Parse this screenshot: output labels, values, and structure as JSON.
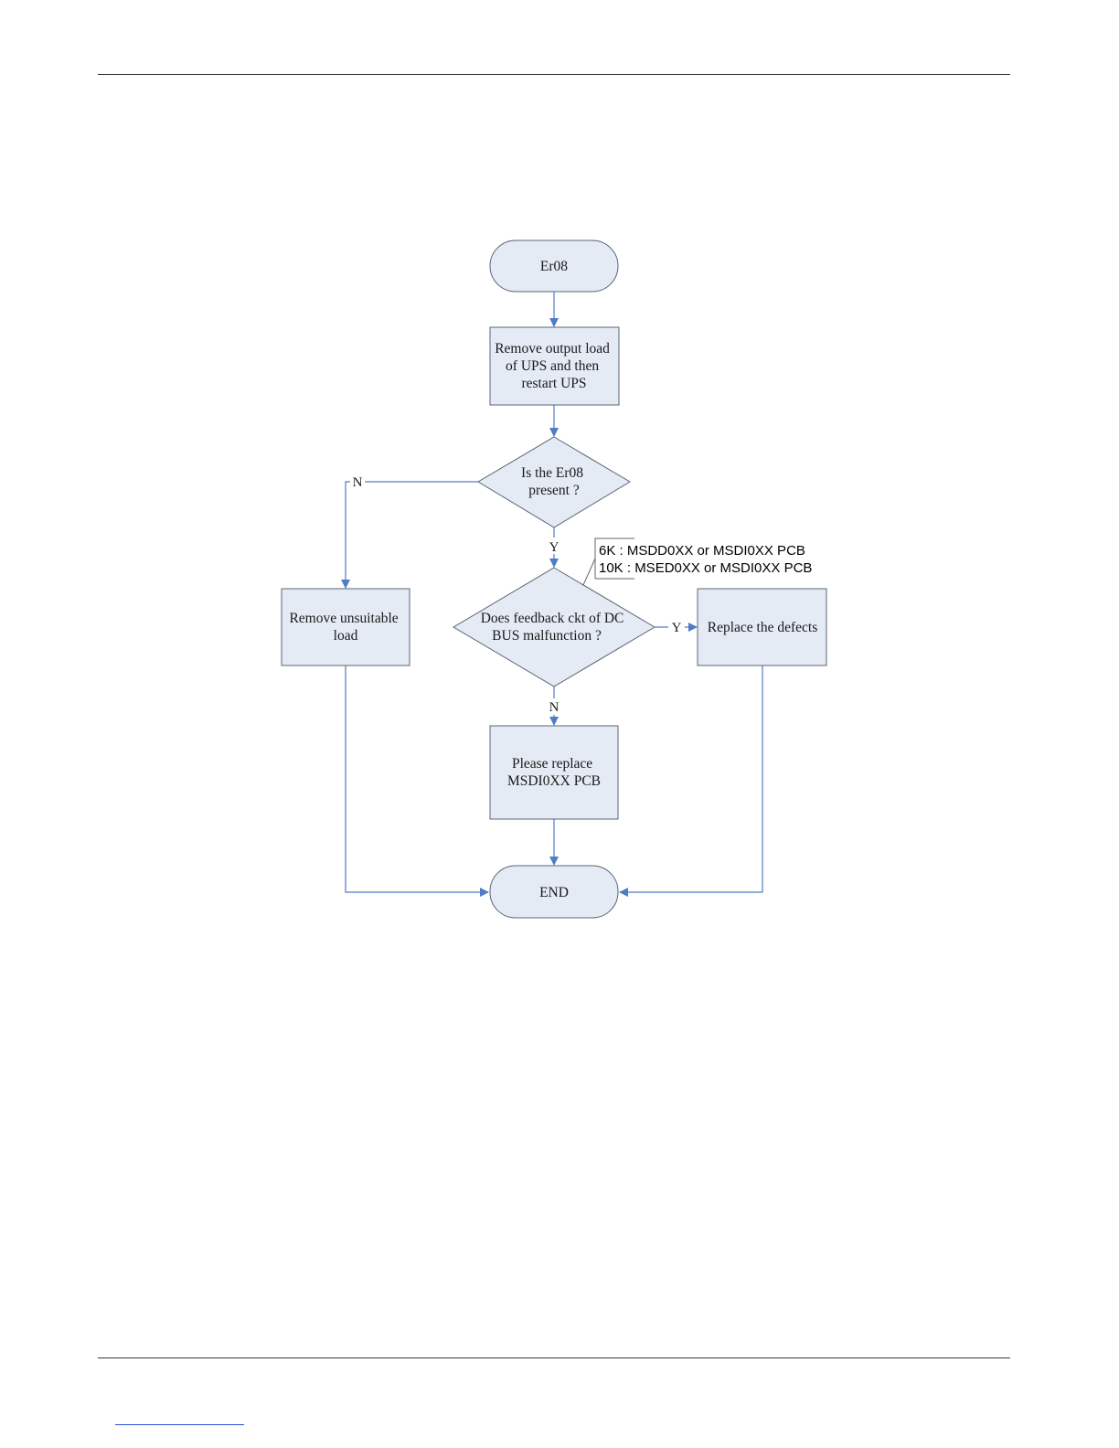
{
  "flowchart": {
    "nodes": {
      "start": {
        "lines": [
          "Er08"
        ]
      },
      "remove_load": {
        "lines": [
          "Remove output load",
          "of UPS and then",
          "restart UPS"
        ]
      },
      "decision_present": {
        "lines": [
          "Is the Er08",
          "present ?"
        ]
      },
      "remove_unsuitable": {
        "lines": [
          "Remove unsuitable",
          "load"
        ]
      },
      "decision_feedback": {
        "lines": [
          "Does feedback ckt of DC",
          "BUS  malfunction ?"
        ]
      },
      "replace_defects": {
        "lines": [
          "Replace the defects"
        ]
      },
      "replace_pcb": {
        "lines": [
          "Please replace",
          "MSDI0XX PCB"
        ]
      },
      "end": {
        "lines": [
          "END"
        ]
      }
    },
    "edge_labels": {
      "present_no": "N",
      "present_yes": "Y",
      "feedback_yes": "Y",
      "feedback_no": "N"
    },
    "note": {
      "lines": [
        "6K : MSDD0XX or MSDI0XX PCB",
        "10K : MSED0XX or MSDI0XX PCB"
      ]
    }
  },
  "colors": {
    "box_fill": "#e4ebf5",
    "box_stroke": "#5a6475",
    "connector": "#4f7dc4",
    "rule": "#3a3a3a"
  }
}
